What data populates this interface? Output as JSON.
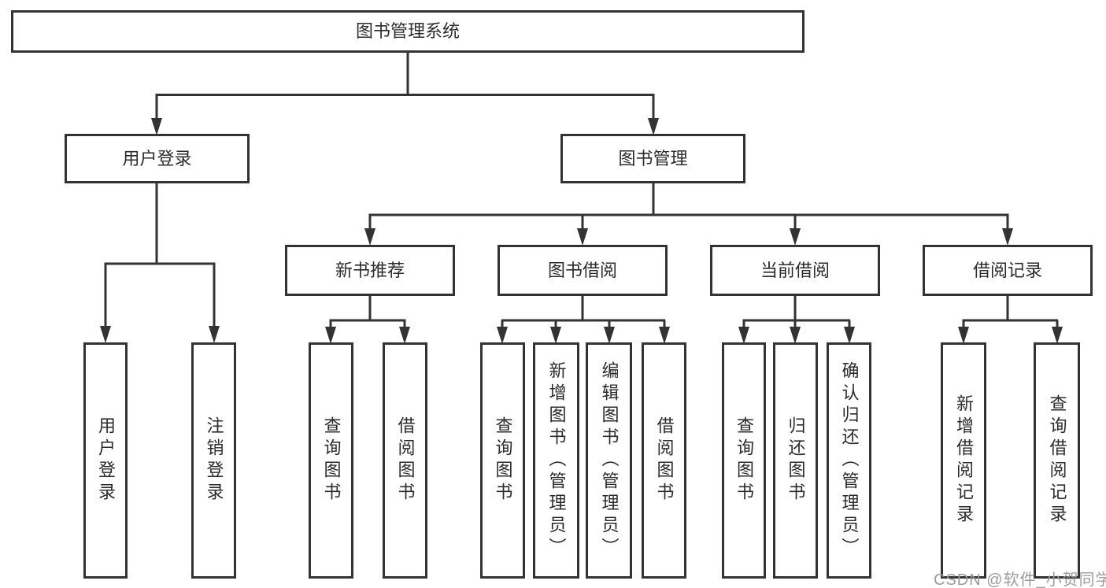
{
  "diagram": {
    "title": "图书管理系统",
    "level2": [
      {
        "label": "用户登录"
      },
      {
        "label": "图书管理"
      }
    ],
    "level3": [
      {
        "label": "新书推荐",
        "parent": "图书管理"
      },
      {
        "label": "图书借阅",
        "parent": "图书管理"
      },
      {
        "label": "当前借阅",
        "parent": "图书管理"
      },
      {
        "label": "借阅记录",
        "parent": "图书管理"
      }
    ],
    "leaves": [
      {
        "label": "用户登录",
        "parent": "用户登录"
      },
      {
        "label": "注销登录",
        "parent": "用户登录"
      },
      {
        "label": "查询图书",
        "parent": "新书推荐"
      },
      {
        "label": "借阅图书",
        "parent": "新书推荐"
      },
      {
        "label": "查询图书",
        "parent": "图书借阅"
      },
      {
        "label": "新增图书（管理员）",
        "parent": "图书借阅"
      },
      {
        "label": "编辑图书（管理员）",
        "parent": "图书借阅"
      },
      {
        "label": "借阅图书",
        "parent": "图书借阅"
      },
      {
        "label": "查询图书",
        "parent": "当前借阅"
      },
      {
        "label": "归还图书",
        "parent": "当前借阅"
      },
      {
        "label": "确认归还（管理员）",
        "parent": "当前借阅"
      },
      {
        "label": "新增借阅记录",
        "parent": "借阅记录"
      },
      {
        "label": "查询借阅记录",
        "parent": "借阅记录"
      }
    ]
  },
  "watermark": "CSDN @软件_小贺同学",
  "colors": {
    "line": "#333333",
    "text": "#2b2b2b",
    "watermark": "#9c9c9c",
    "background": "#ffffff"
  }
}
